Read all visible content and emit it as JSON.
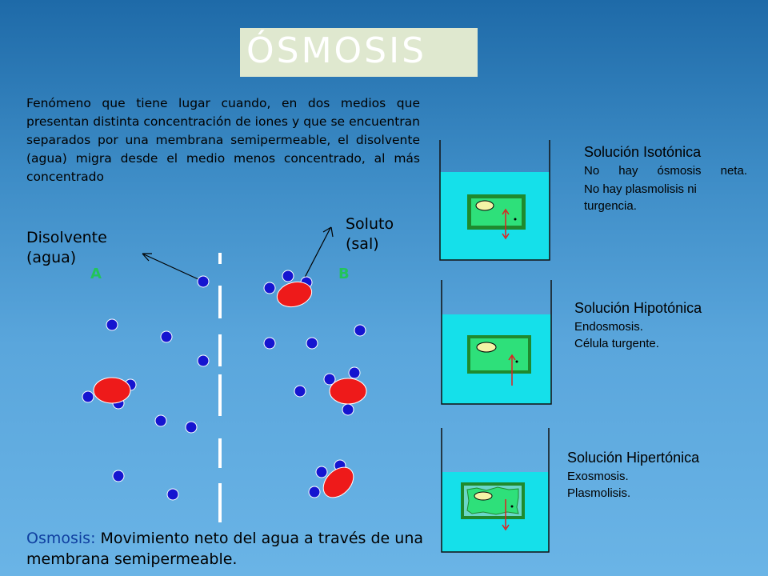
{
  "title": "ÓSMOSIS",
  "intro": "Fenómeno que tiene lugar cuando, en dos medios que presentan distinta concentración de iones y que se encuentran separados por una membrana semipermeable, el disolvente (agua) migra desde el medio menos concentrado, al más concentrado",
  "labels": {
    "disolvente_line1": "Disolvente",
    "disolvente_line2": "(agua)",
    "soluto_line1": "Soluto",
    "soluto_line2": "(sal)",
    "side_a": "A",
    "side_b": "B"
  },
  "definition": {
    "term": "Osmosis:",
    "text": " Movimiento neto del agua a través de una membrana semipermeable."
  },
  "solutions": [
    {
      "title": "Solución Isotónica",
      "line1": "No hay ósmosis neta.",
      "line2": "No hay plasmolisis ni turgencia."
    },
    {
      "title": "Solución Hipotónica",
      "line1": "Endosmosis.",
      "line2": "Célula turgente."
    },
    {
      "title": "Solución Hipertónica",
      "line1": "Exosmosis.",
      "line2": "Plasmolisis."
    }
  ],
  "colors": {
    "water_molecule": "#1515d0",
    "solute": "#ee1a1a",
    "liquid": "#15e0ea",
    "cell_wall": "#1f8a2e",
    "cytoplasm": "#2ee07a",
    "vacuole": "#f4f3a6",
    "arrow": "#e02020"
  }
}
